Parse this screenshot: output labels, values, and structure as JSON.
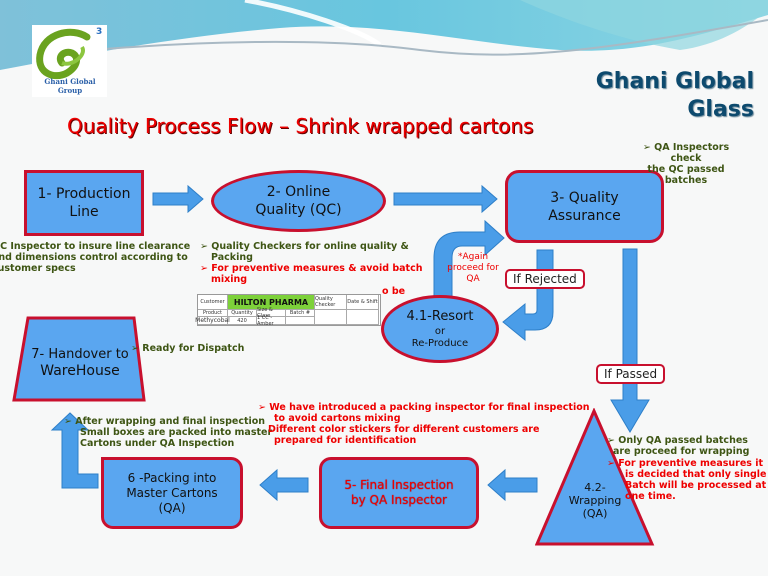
{
  "header": {
    "logo_text": "Ghani Global Group",
    "logo_superscript": "3",
    "company_line1": "Ghani Global",
    "company_line2": "Glass",
    "title": "Quality Process Flow – Shrink wrapped cartons"
  },
  "colors": {
    "shape_fill": "#5aa6f0",
    "shape_border": "#c8102e",
    "note_green": "#3e5514",
    "note_red": "#ee0000",
    "title_red": "#ee0000",
    "company_blue": "#0d4a6e",
    "table_highlight": "#7dd13a"
  },
  "nodes": {
    "n1": {
      "line1": "1- Production",
      "line2": "Line"
    },
    "n2": {
      "line1": "2- Online",
      "line2": "Quality (QC)"
    },
    "n3": {
      "line1": "3- Quality",
      "line2": "Assurance"
    },
    "n41": {
      "line1": "4.1-Resort",
      "line2": "or",
      "line3": "Re-Produce"
    },
    "n42": {
      "line1": "4.2-",
      "line2": "Wrapping",
      "line3": "(QA)"
    },
    "n5": {
      "line1": "5- Final Inspection",
      "line2": "by QA Inspector"
    },
    "n6": {
      "line1": "6 -Packing into",
      "line2": "Master Cartons",
      "line3": "(QA)"
    },
    "n7": {
      "line1": "7- Handover to",
      "line2": "WareHouse"
    }
  },
  "labels": {
    "if_rejected": "If Rejected",
    "if_passed": "If Passed",
    "again_qa_1": "*Again",
    "again_qa_2": "proceed for",
    "again_qa_3": "QA"
  },
  "notes": {
    "qa_inspectors": [
      "QA Inspectors",
      "check",
      "the QC passed",
      "batches"
    ],
    "qc_inspector": [
      "QC Inspector to insure line clearance",
      "and dimensions control according to",
      "customer specs"
    ],
    "quality_checkers": [
      "Quality  Checkers  for  online  quality  &",
      "Packing"
    ],
    "preventive_batch": [
      "For preventive measures & avoid batch",
      "mixing"
    ],
    "partial_text_1": "o be",
    "ready_dispatch": "Ready for Dispatch",
    "after_wrapping": [
      "After wrapping and final inspection",
      "Small boxes are packed into master",
      "Cartons under QA Inspection"
    ],
    "packing_inspector": [
      "We have introduced a packing inspector for final inspection",
      "to avoid cartons mixing",
      "Different color stickers for different customers are",
      "prepared for identification"
    ],
    "only_qa_passed": [
      "Only QA passed batches",
      "are proceed for wrapping"
    ],
    "single_batch": [
      "For preventive measures it",
      "is decided that only single",
      "Batch will be processed at",
      "one time."
    ]
  },
  "tag_table": {
    "customer_label": "Customer",
    "customer_value": "HILTON PHARMA",
    "quality_checker": "Quality Checker",
    "date_shift": "Date & Shift",
    "product_label": "Product",
    "product_value": "Methycobal",
    "quantity_label": "Quantity",
    "quantity_value": "420",
    "size_label": "Size & Glass",
    "size_value": "1 CC - Amber",
    "batch_label": "Batch #"
  }
}
